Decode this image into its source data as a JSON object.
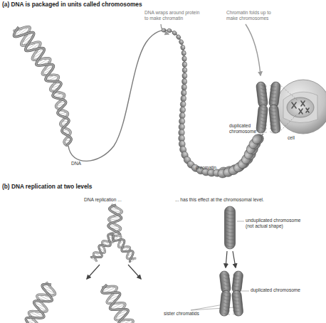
{
  "diagram": {
    "labels": [
      "(a) DNA is packaged in units called chromosomes",
      "DNA wraps around protein to make chromatin",
      "Chromatin folds up to make chromosomes",
      "duplicated chromosome",
      "cell",
      "DNA",
      "chromatin",
      "(b) DNA replication at two levels",
      "DNA replication ...",
      "... has this effect at the chromosomal level.",
      "unduplicated chromosome (not actual shape)",
      "duplicated chromosome",
      "sister chromatids"
    ]
  }
}
